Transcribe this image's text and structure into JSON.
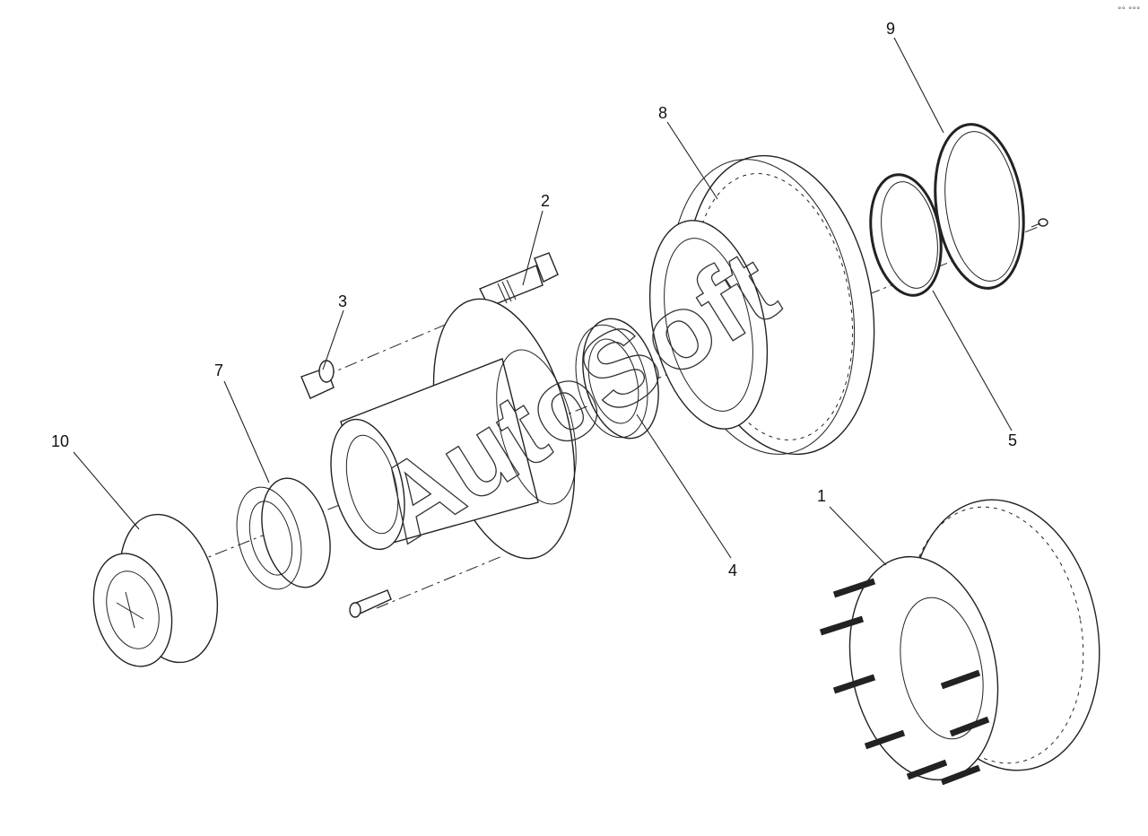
{
  "watermark": "AutoSoft",
  "corner_mark": "°° °°°",
  "callouts": [
    {
      "id": "1",
      "label": "1"
    },
    {
      "id": "2",
      "label": "2"
    },
    {
      "id": "3",
      "label": "3"
    },
    {
      "id": "4",
      "label": "4"
    },
    {
      "id": "5",
      "label": "5"
    },
    {
      "id": "7",
      "label": "7"
    },
    {
      "id": "8",
      "label": "8"
    },
    {
      "id": "9",
      "label": "9"
    },
    {
      "id": "10",
      "label": "10"
    }
  ]
}
